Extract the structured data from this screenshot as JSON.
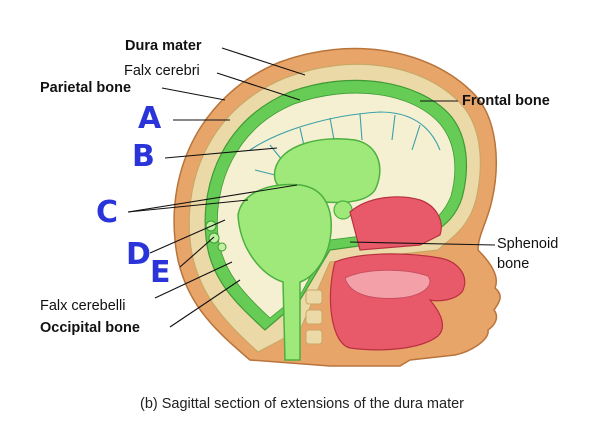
{
  "labels": {
    "dura_mater": "Dura mater",
    "falx_cerebri": "Falx cerebri",
    "parietal_bone": "Parietal bone",
    "frontal_bone": "Frontal bone",
    "sphenoid_bone_line1": "Sphenoid",
    "sphenoid_bone_line2": "bone",
    "falx_cerebelli": "Falx cerebelli",
    "occipital_bone": "Occipital bone"
  },
  "handwritten": {
    "a": "A",
    "b": "B",
    "c": "C",
    "d": "D",
    "e": "E"
  },
  "caption": "(b) Sagittal section of extensions of the dura mater",
  "colors": {
    "skin": "#e8a56a",
    "bone": "#ecd9a8",
    "dura_green": "#66cc55",
    "brain_green": "#9fe87a",
    "nasal_red": "#e85a6a",
    "handwriting": "#2b34d8"
  }
}
